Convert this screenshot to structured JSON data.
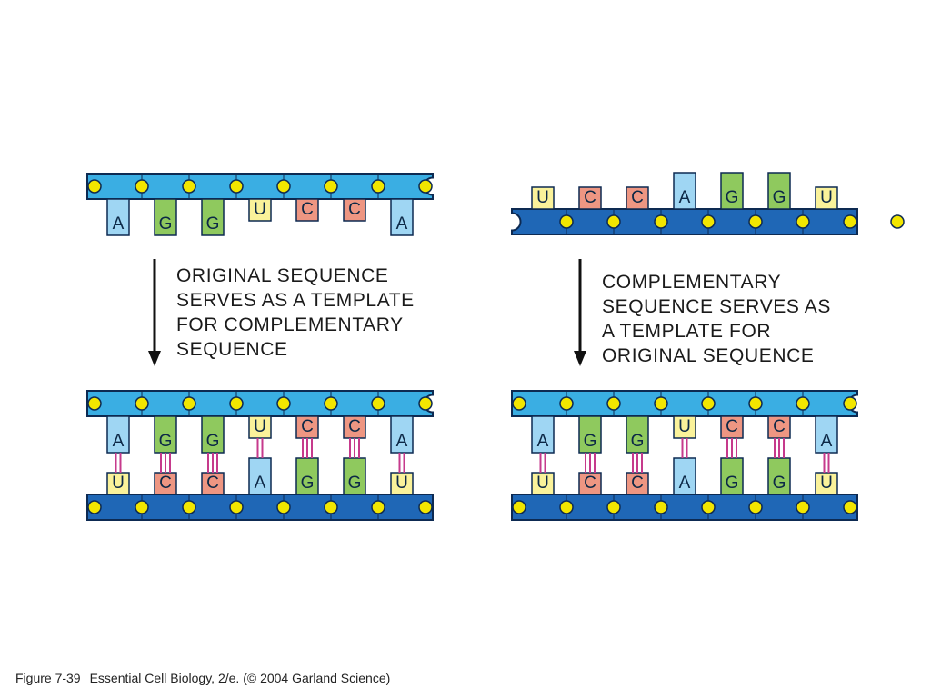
{
  "colors": {
    "strand_light": "#3aaee3",
    "strand_dark": "#1f67b6",
    "phosphate": "#f2e600",
    "outline": "#0d2a52",
    "base": {
      "A": "#9fd6f3",
      "G": "#8fc95e",
      "U": "#faf29a",
      "C": "#ee9682"
    },
    "hbond": "#c63a8c"
  },
  "strands": {
    "original": [
      "A",
      "G",
      "G",
      "U",
      "C",
      "C",
      "A"
    ],
    "complementary": [
      "U",
      "C",
      "C",
      "A",
      "G",
      "G",
      "U"
    ]
  },
  "panels": {
    "left_top": "original",
    "right_top": "complementary",
    "left_bottom": "paired",
    "right_bottom": "paired"
  },
  "arrows": [
    "left",
    "right"
  ],
  "labels": {
    "left": [
      "ORIGINAL SEQUENCE",
      "SERVES AS A TEMPLATE",
      "FOR COMPLEMENTARY",
      "SEQUENCE"
    ],
    "right": [
      "COMPLEMENTARY",
      "SEQUENCE SERVES AS",
      "A TEMPLATE FOR",
      "ORIGINAL SEQUENCE"
    ]
  },
  "caption": {
    "figure": "Figure 7-39",
    "source": "Essential Cell Biology, 2/e. (© 2004 Garland Science)"
  }
}
